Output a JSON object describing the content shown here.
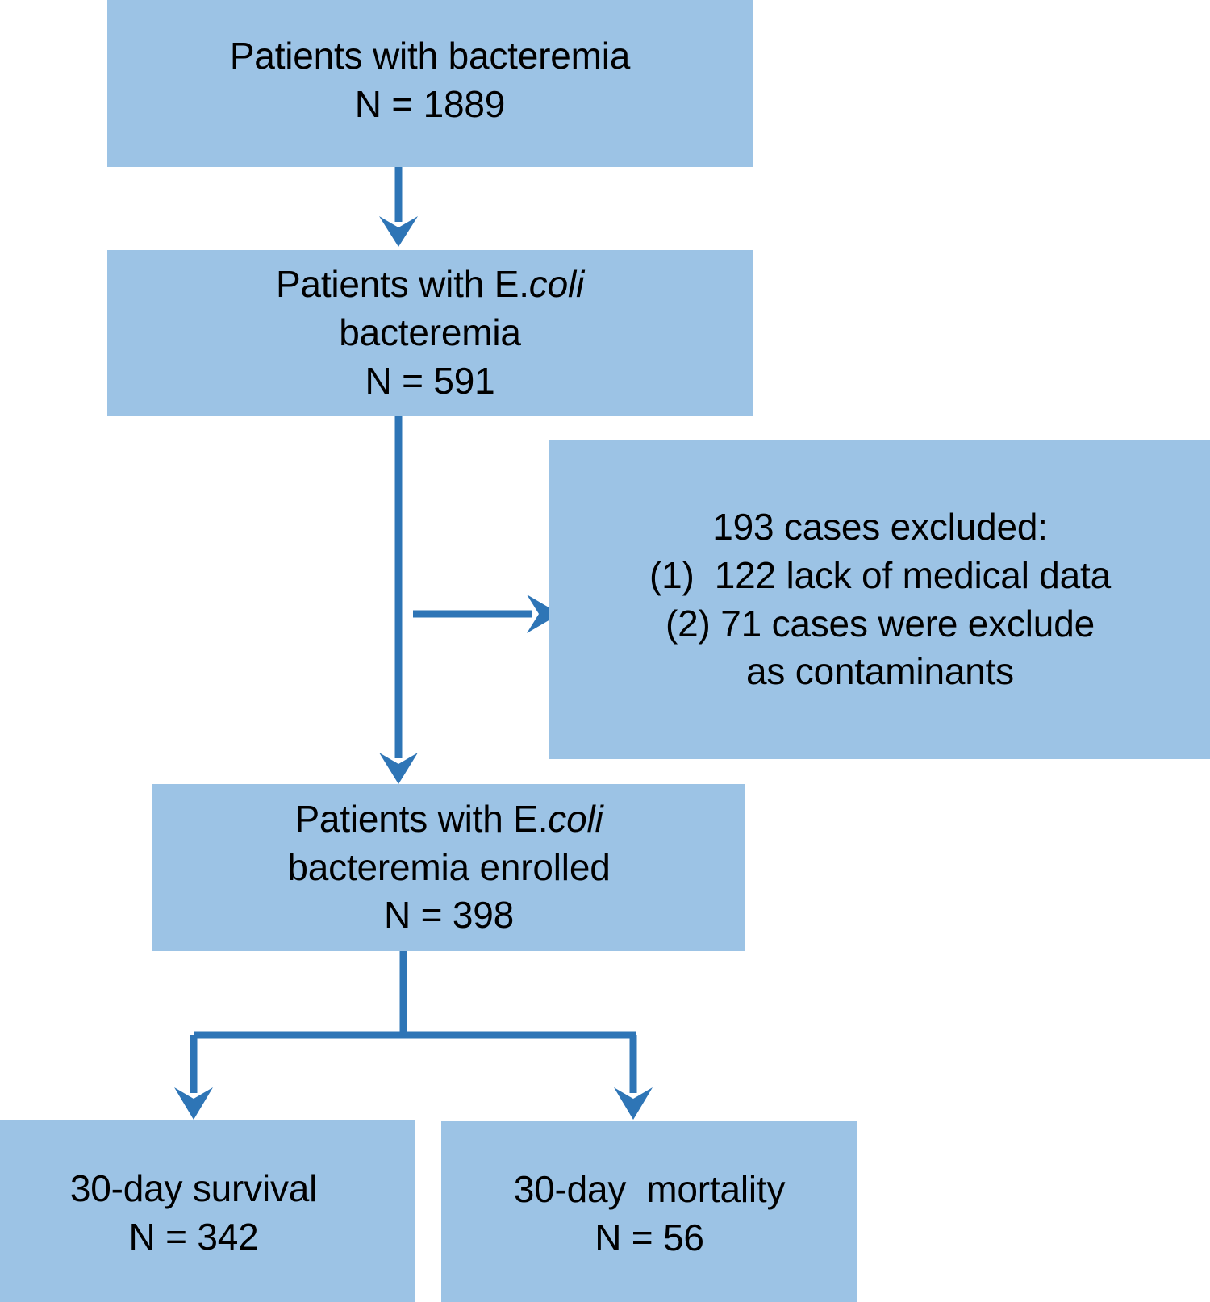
{
  "diagram": {
    "title": "Patient enrollment flow diagram",
    "accent_color": "#2E75B6",
    "box_fill_color": "#9CC3E5",
    "text_color": "#000000",
    "boxes": {
      "bacteremia_total": {
        "line1": "Patients with bacteremia",
        "line2": "N = 1889"
      },
      "ecoli_bacteremia": {
        "line1_pre": "Patients with ",
        "line1_genus": "E.",
        "line1_species": "coli",
        "line2": "bacteremia",
        "line3": "N = 591"
      },
      "excluded": {
        "line1": "193 cases excluded:",
        "line2": "(1)  122 lack of medical data",
        "line3": "(2) 71 cases were exclude",
        "line4": "as contaminants"
      },
      "ecoli_enrolled": {
        "line1_pre": "Patients with ",
        "line1_genus": "E.",
        "line1_species": "coli",
        "line2": "bacteremia enrolled",
        "line3": "N = 398"
      },
      "survival": {
        "line1": "30-day survival",
        "line2": "N = 342"
      },
      "mortality": {
        "line1": "30-day  mortality",
        "line2": "N = 56"
      }
    },
    "connectors": [
      {
        "name": "arrow-total-to-ecoli",
        "from": "bacteremia_total",
        "to": "ecoli_bacteremia",
        "direction": "down"
      },
      {
        "name": "arrow-ecoli-to-excluded",
        "from": "ecoli_bacteremia",
        "to": "excluded",
        "direction": "right"
      },
      {
        "name": "arrow-ecoli-to-enrolled",
        "from": "ecoli_bacteremia",
        "to": "ecoli_enrolled",
        "direction": "down"
      },
      {
        "name": "arrow-enrolled-to-survival",
        "from": "ecoli_enrolled",
        "to": "survival",
        "direction": "down-left"
      },
      {
        "name": "arrow-enrolled-to-mortality",
        "from": "ecoli_enrolled",
        "to": "mortality",
        "direction": "down-right"
      }
    ]
  },
  "chart_data": {
    "type": "diagram",
    "title": "Study flow: patients with E. coli bacteremia",
    "nodes": [
      {
        "id": "bacteremia_total",
        "label": "Patients with bacteremia",
        "n": 1889
      },
      {
        "id": "ecoli_bacteremia",
        "label": "Patients with E.coli bacteremia",
        "n": 591
      },
      {
        "id": "excluded",
        "label": "193 cases excluded",
        "n": 193,
        "reasons": [
          {
            "index": "(1)",
            "n": 122,
            "text": "lack of medical data"
          },
          {
            "index": "(2)",
            "n": 71,
            "text": "cases were exclude as contaminants"
          }
        ]
      },
      {
        "id": "ecoli_enrolled",
        "label": "Patients with E.coli bacteremia enrolled",
        "n": 398
      },
      {
        "id": "survival",
        "label": "30-day survival",
        "n": 342
      },
      {
        "id": "mortality",
        "label": "30-day mortality",
        "n": 56
      }
    ],
    "edges": [
      {
        "from": "bacteremia_total",
        "to": "ecoli_bacteremia"
      },
      {
        "from": "ecoli_bacteremia",
        "to": "excluded"
      },
      {
        "from": "ecoli_bacteremia",
        "to": "ecoli_enrolled"
      },
      {
        "from": "ecoli_enrolled",
        "to": "survival"
      },
      {
        "from": "ecoli_enrolled",
        "to": "mortality"
      }
    ]
  }
}
